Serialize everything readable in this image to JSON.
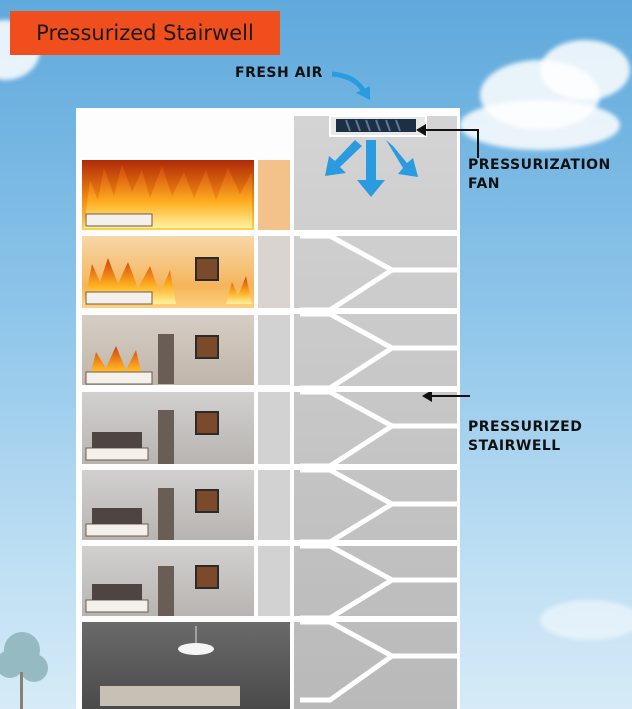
{
  "title": "Pressurized Stairwell",
  "labels": {
    "fresh_air": "FRESH AIR",
    "fan_line1": "PRESSURIZATION",
    "fan_line2": "FAN",
    "stair_line1": "PRESSURIZED",
    "stair_line2": "STAIRWELL"
  },
  "colors": {
    "title_bg": "#f04e1c",
    "arrow_blue": "#2a9be0",
    "fire": "#f7a21a",
    "wall": "#fdfdfd"
  },
  "floors": [
    {
      "state": "fully-burning"
    },
    {
      "state": "burning"
    },
    {
      "state": "partially-burning"
    },
    {
      "state": "normal"
    },
    {
      "state": "normal"
    },
    {
      "state": "normal"
    },
    {
      "state": "lobby"
    }
  ]
}
